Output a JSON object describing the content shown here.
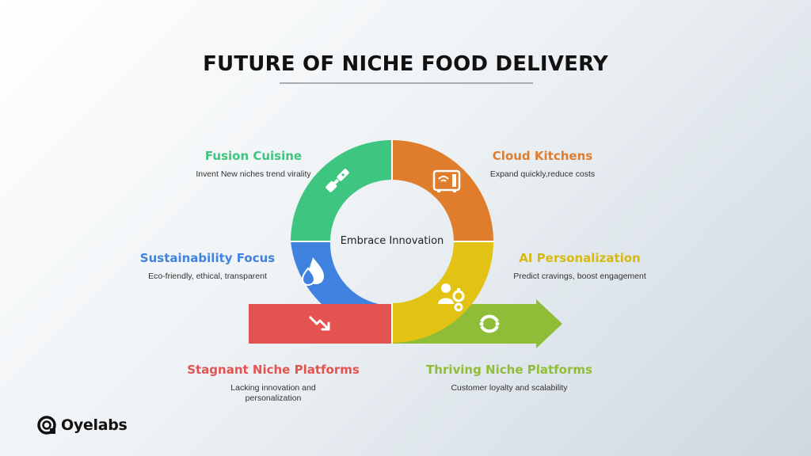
{
  "title": "FUTURE OF NICHE FOOD DELIVERY",
  "center_label": "Embrace Innovation",
  "segments": [
    {
      "heading": "Fusion Cuisine",
      "sub": "Invent New niches trend virality",
      "color": "#3ec57f",
      "icon": "tool-icon"
    },
    {
      "heading": "Cloud Kitchens",
      "sub": "Expand quickly,reduce costs",
      "color": "#e07d2c",
      "icon": "microwave-icon"
    },
    {
      "heading": "Sustainability Focus",
      "sub": "Eco-friendly, ethical, transparent",
      "color": "#3f82e0",
      "icon": "leaf-drops-icon"
    },
    {
      "heading": "AI Personalization",
      "sub": "Predict cravings, boost engagement",
      "color": "#e2c314",
      "icon": "ai-gears-icon"
    },
    {
      "heading": "Stagnant Niche Platforms",
      "sub": "Lacking innovation and personalization",
      "color": "#e35450",
      "icon": "trend-down-icon"
    },
    {
      "heading": "Thriving Niche Platforms",
      "sub": "Customer loyalty and scalability",
      "color": "#8fbd38",
      "icon": "cycle-icon"
    }
  ],
  "brand": {
    "name": "Oyelabs",
    "icon": "oyelabs-logo-icon"
  }
}
